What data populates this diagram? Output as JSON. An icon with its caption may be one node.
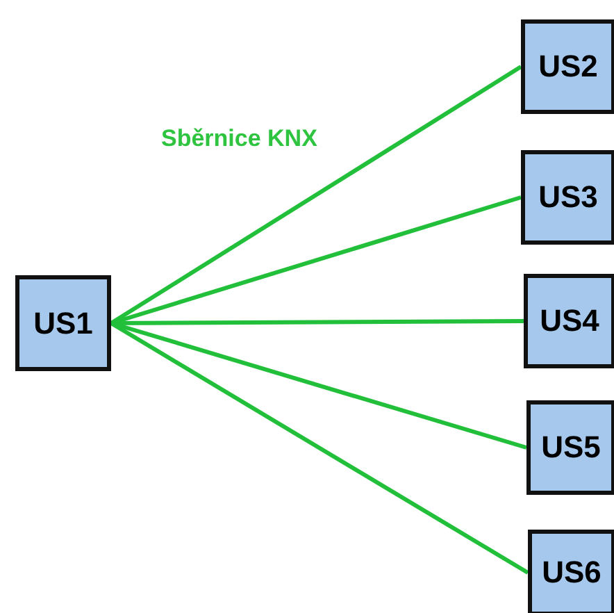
{
  "diagram": {
    "nodes": [
      {
        "text": [
          "US1"
        ]
      },
      {
        "text": [
          "US2"
        ]
      },
      {
        "text": [
          "US3"
        ]
      },
      {
        "text": [
          "US4"
        ]
      },
      {
        "text": [
          "US5"
        ]
      },
      {
        "text": [
          "US6"
        ]
      }
    ],
    "edges": [
      {
        "from": 0,
        "to": 1,
        "arrow": "none"
      },
      {
        "from": 0,
        "to": 2,
        "arrow": "none"
      },
      {
        "from": 0,
        "to": 3,
        "arrow": "none"
      },
      {
        "from": 0,
        "to": 4,
        "arrow": "none"
      },
      {
        "from": 0,
        "to": 5,
        "arrow": "none"
      }
    ],
    "labels": [
      "Sběrnice KNX"
    ]
  }
}
